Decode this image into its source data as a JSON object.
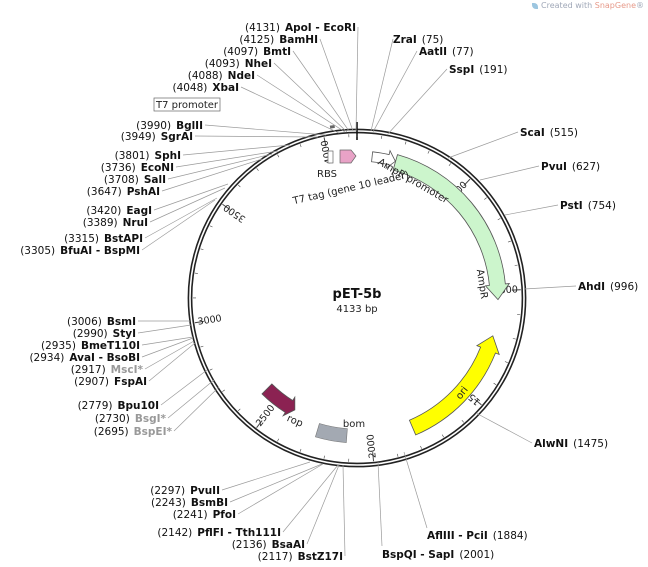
{
  "credit": {
    "prefix": "Created with ",
    "brand": "SnapGene",
    "suffix": "®"
  },
  "plasmid": {
    "name": "pET-5b",
    "length_label": "4133 bp",
    "length": 4133
  },
  "ruler_ticks": [
    {
      "pos": 500,
      "label": "500"
    },
    {
      "pos": 1000,
      "label": "1000"
    },
    {
      "pos": 1500,
      "label": "1500"
    },
    {
      "pos": 2000,
      "label": "2000"
    },
    {
      "pos": 2500,
      "label": "2500"
    },
    {
      "pos": 3000,
      "label": "3000"
    },
    {
      "pos": 3500,
      "label": "3500"
    },
    {
      "pos": 4000,
      "label": "4000"
    }
  ],
  "features": [
    {
      "name": "AmpR promoter",
      "start": 70,
      "end": 180,
      "color": "#ffffff",
      "label": "AmpR promoter"
    },
    {
      "name": "AmpR",
      "start": 181,
      "end": 1041,
      "color": "#ccf5cc",
      "label": "AmpR"
    },
    {
      "name": "ori",
      "start": 1212,
      "end": 1800,
      "color": "#ffff00",
      "label": "ori"
    },
    {
      "name": "bom",
      "start": 2115,
      "end": 2258,
      "color": "#a3a9b2",
      "label": "bom"
    },
    {
      "name": "rop",
      "start": 2400,
      "end": 2580,
      "color": "#8b2252",
      "label": "rop"
    },
    {
      "name": "T7 promoter",
      "start": 4030,
      "end": 4048,
      "color": "#ffffff",
      "label": "T7 promoter"
    },
    {
      "name": "RBS",
      "start": 4080,
      "end": 4085,
      "color": "#ffffff",
      "label": "RBS"
    },
    {
      "name": "T7 tag (gene 10 leader)",
      "start": 4088,
      "end": 4120,
      "color": "#e8a2c6",
      "label": "T7 tag (gene 10 leader)"
    }
  ],
  "sites_right": [
    {
      "name": "ZraI",
      "pos_label": "(75)"
    },
    {
      "name": "AatII",
      "pos_label": "(77)"
    },
    {
      "name": "SspI",
      "pos_label": "(191)"
    },
    {
      "name": "ScaI",
      "pos_label": "(515)"
    },
    {
      "name": "PvuI",
      "pos_label": "(627)"
    },
    {
      "name": "PstI",
      "pos_label": "(754)"
    },
    {
      "name": "AhdI",
      "pos_label": "(996)"
    },
    {
      "name": "AlwNI",
      "pos_label": "(1475)"
    },
    {
      "name": "AflIII - PciI",
      "pos_label": "(1884)"
    },
    {
      "name": "BspQI - SapI",
      "pos_label": "(2001)"
    }
  ],
  "sites_left": [
    {
      "name": "ApoI - EcoRI",
      "pos_label": "(4131)",
      "dim": false
    },
    {
      "name": "BamHI",
      "pos_label": "(4125)",
      "dim": false
    },
    {
      "name": "BmtI",
      "pos_label": "(4097)",
      "dim": false
    },
    {
      "name": "NheI",
      "pos_label": "(4093)",
      "dim": false
    },
    {
      "name": "NdeI",
      "pos_label": "(4088)",
      "dim": false
    },
    {
      "name": "XbaI",
      "pos_label": "(4048)",
      "dim": false
    },
    {
      "name": "BglII",
      "pos_label": "(3990)",
      "dim": false
    },
    {
      "name": "SgrAI",
      "pos_label": "(3949)",
      "dim": false
    },
    {
      "name": "SphI",
      "pos_label": "(3801)",
      "dim": false
    },
    {
      "name": "EcoNI",
      "pos_label": "(3736)",
      "dim": false
    },
    {
      "name": "SalI",
      "pos_label": "(3708)",
      "dim": false
    },
    {
      "name": "PshAI",
      "pos_label": "(3647)",
      "dim": false
    },
    {
      "name": "EagI",
      "pos_label": "(3420)",
      "dim": false
    },
    {
      "name": "NruI",
      "pos_label": "(3389)",
      "dim": false
    },
    {
      "name": "BstAPI",
      "pos_label": "(3315)",
      "dim": false
    },
    {
      "name": "BfuAI - BspMI",
      "pos_label": "(3305)",
      "dim": false
    },
    {
      "name": "BsmI",
      "pos_label": "(3006)",
      "dim": false
    },
    {
      "name": "StyI",
      "pos_label": "(2990)",
      "dim": false
    },
    {
      "name": "BmeT110I",
      "pos_label": "(2935)",
      "dim": false
    },
    {
      "name": "AvaI - BsoBI",
      "pos_label": "(2934)",
      "dim": false
    },
    {
      "name": "MscI*",
      "pos_label": "(2917)",
      "dim": true
    },
    {
      "name": "FspAI",
      "pos_label": "(2907)",
      "dim": false
    },
    {
      "name": "Bpu10I",
      "pos_label": "(2779)",
      "dim": false
    },
    {
      "name": "BsgI*",
      "pos_label": "(2730)",
      "dim": true
    },
    {
      "name": "BspEI*",
      "pos_label": "(2695)",
      "dim": true
    },
    {
      "name": "PvuII",
      "pos_label": "(2297)",
      "dim": false
    },
    {
      "name": "BsmBI",
      "pos_label": "(2243)",
      "dim": false
    },
    {
      "name": "PfoI",
      "pos_label": "(2241)",
      "dim": false
    },
    {
      "name": "PflFI - Tth111I",
      "pos_label": "(2142)",
      "dim": false
    },
    {
      "name": "BsaAI",
      "pos_label": "(2136)",
      "dim": false
    },
    {
      "name": "BstZ17I",
      "pos_label": "(2117)",
      "dim": false
    }
  ]
}
